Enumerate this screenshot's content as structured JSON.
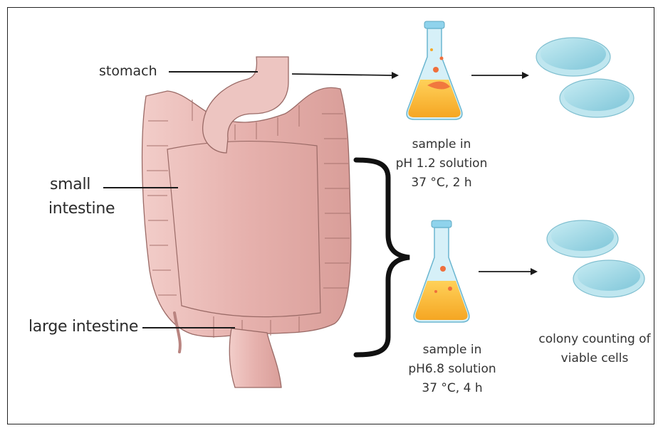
{
  "labels": {
    "stomach": "stomach",
    "small_intestine_line1": "small",
    "small_intestine_line2": "intestine",
    "large_intestine": "large intestine"
  },
  "step1": {
    "line1": "sample in",
    "line2": "pH 1.2 solution",
    "line3": "37 °C, 2 h"
  },
  "step2": {
    "line1": "sample in",
    "line2": "pH6.8 solution",
    "line3": "37 °C, 4 h"
  },
  "result": {
    "line1": "colony counting of",
    "line2": "viable cells"
  },
  "colors": {
    "flask_liquid": "#f5a623",
    "flask_glass": "#8fd3ec",
    "dish": "#8fd0e0",
    "colon": "#e9b9b5",
    "small_intestine_bg": "#9fcdd0"
  }
}
